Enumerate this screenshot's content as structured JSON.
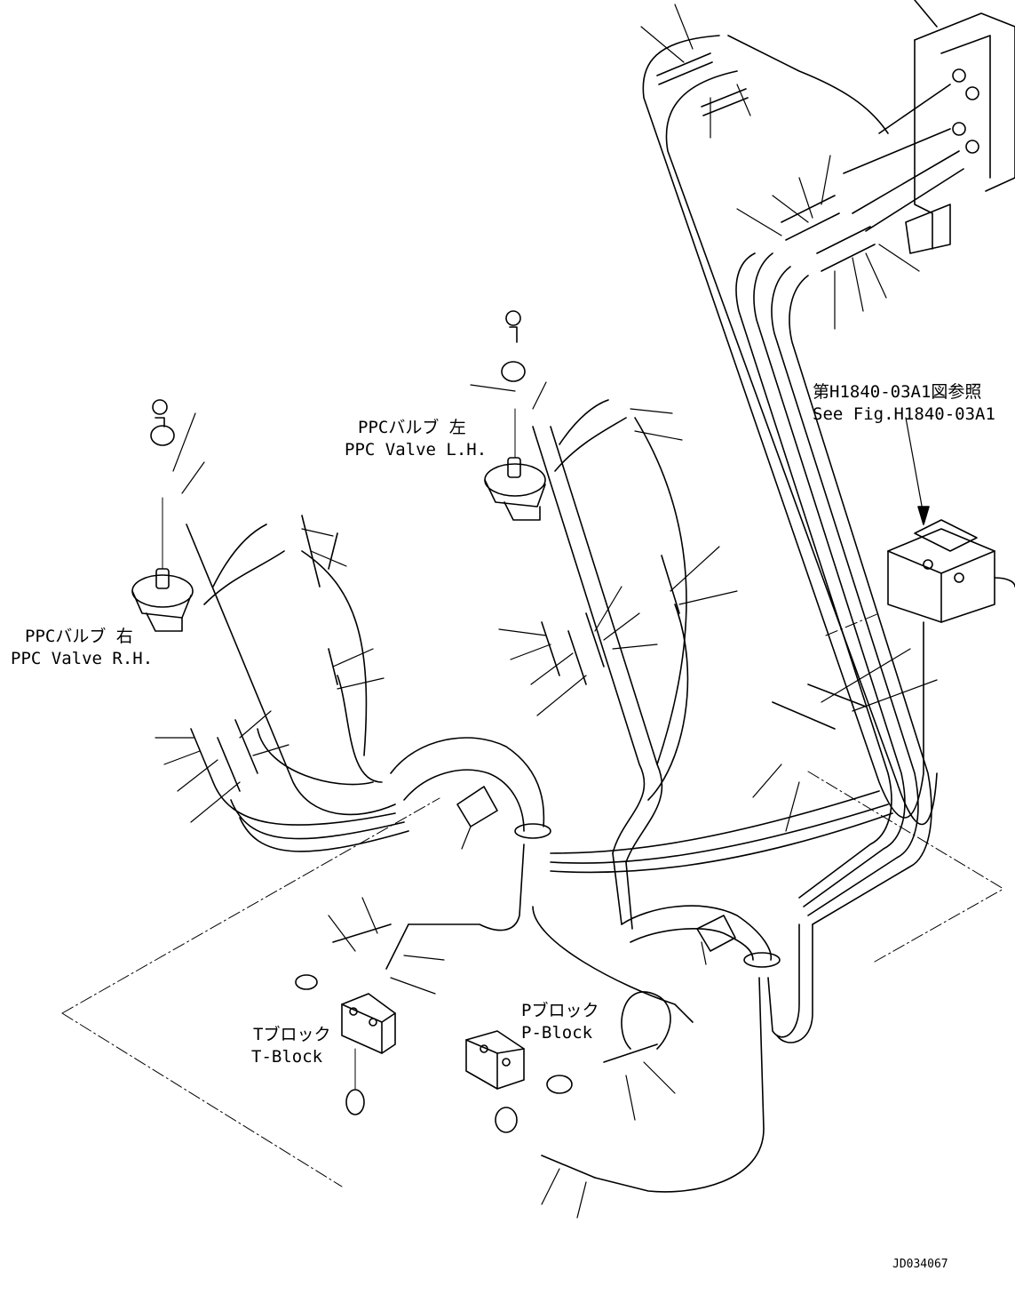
{
  "labels": {
    "ppc_left_jp": "PPCバルブ 左",
    "ppc_left_en": "PPC Valve L.H.",
    "ppc_right_jp": "PPCバルブ 右",
    "ppc_right_en": "PPC Valve R.H.",
    "ref_jp": "第H1840-03A1図参照",
    "ref_en": "See Fig.H1840-03A1",
    "t_block_jp": "Tブロック",
    "t_block_en": "T-Block",
    "p_block_jp": "Pブロック",
    "p_block_en": "P-Block",
    "drawing_no": "JD034067"
  },
  "colors": {
    "ink": "#000000",
    "paper": "#ffffff"
  }
}
